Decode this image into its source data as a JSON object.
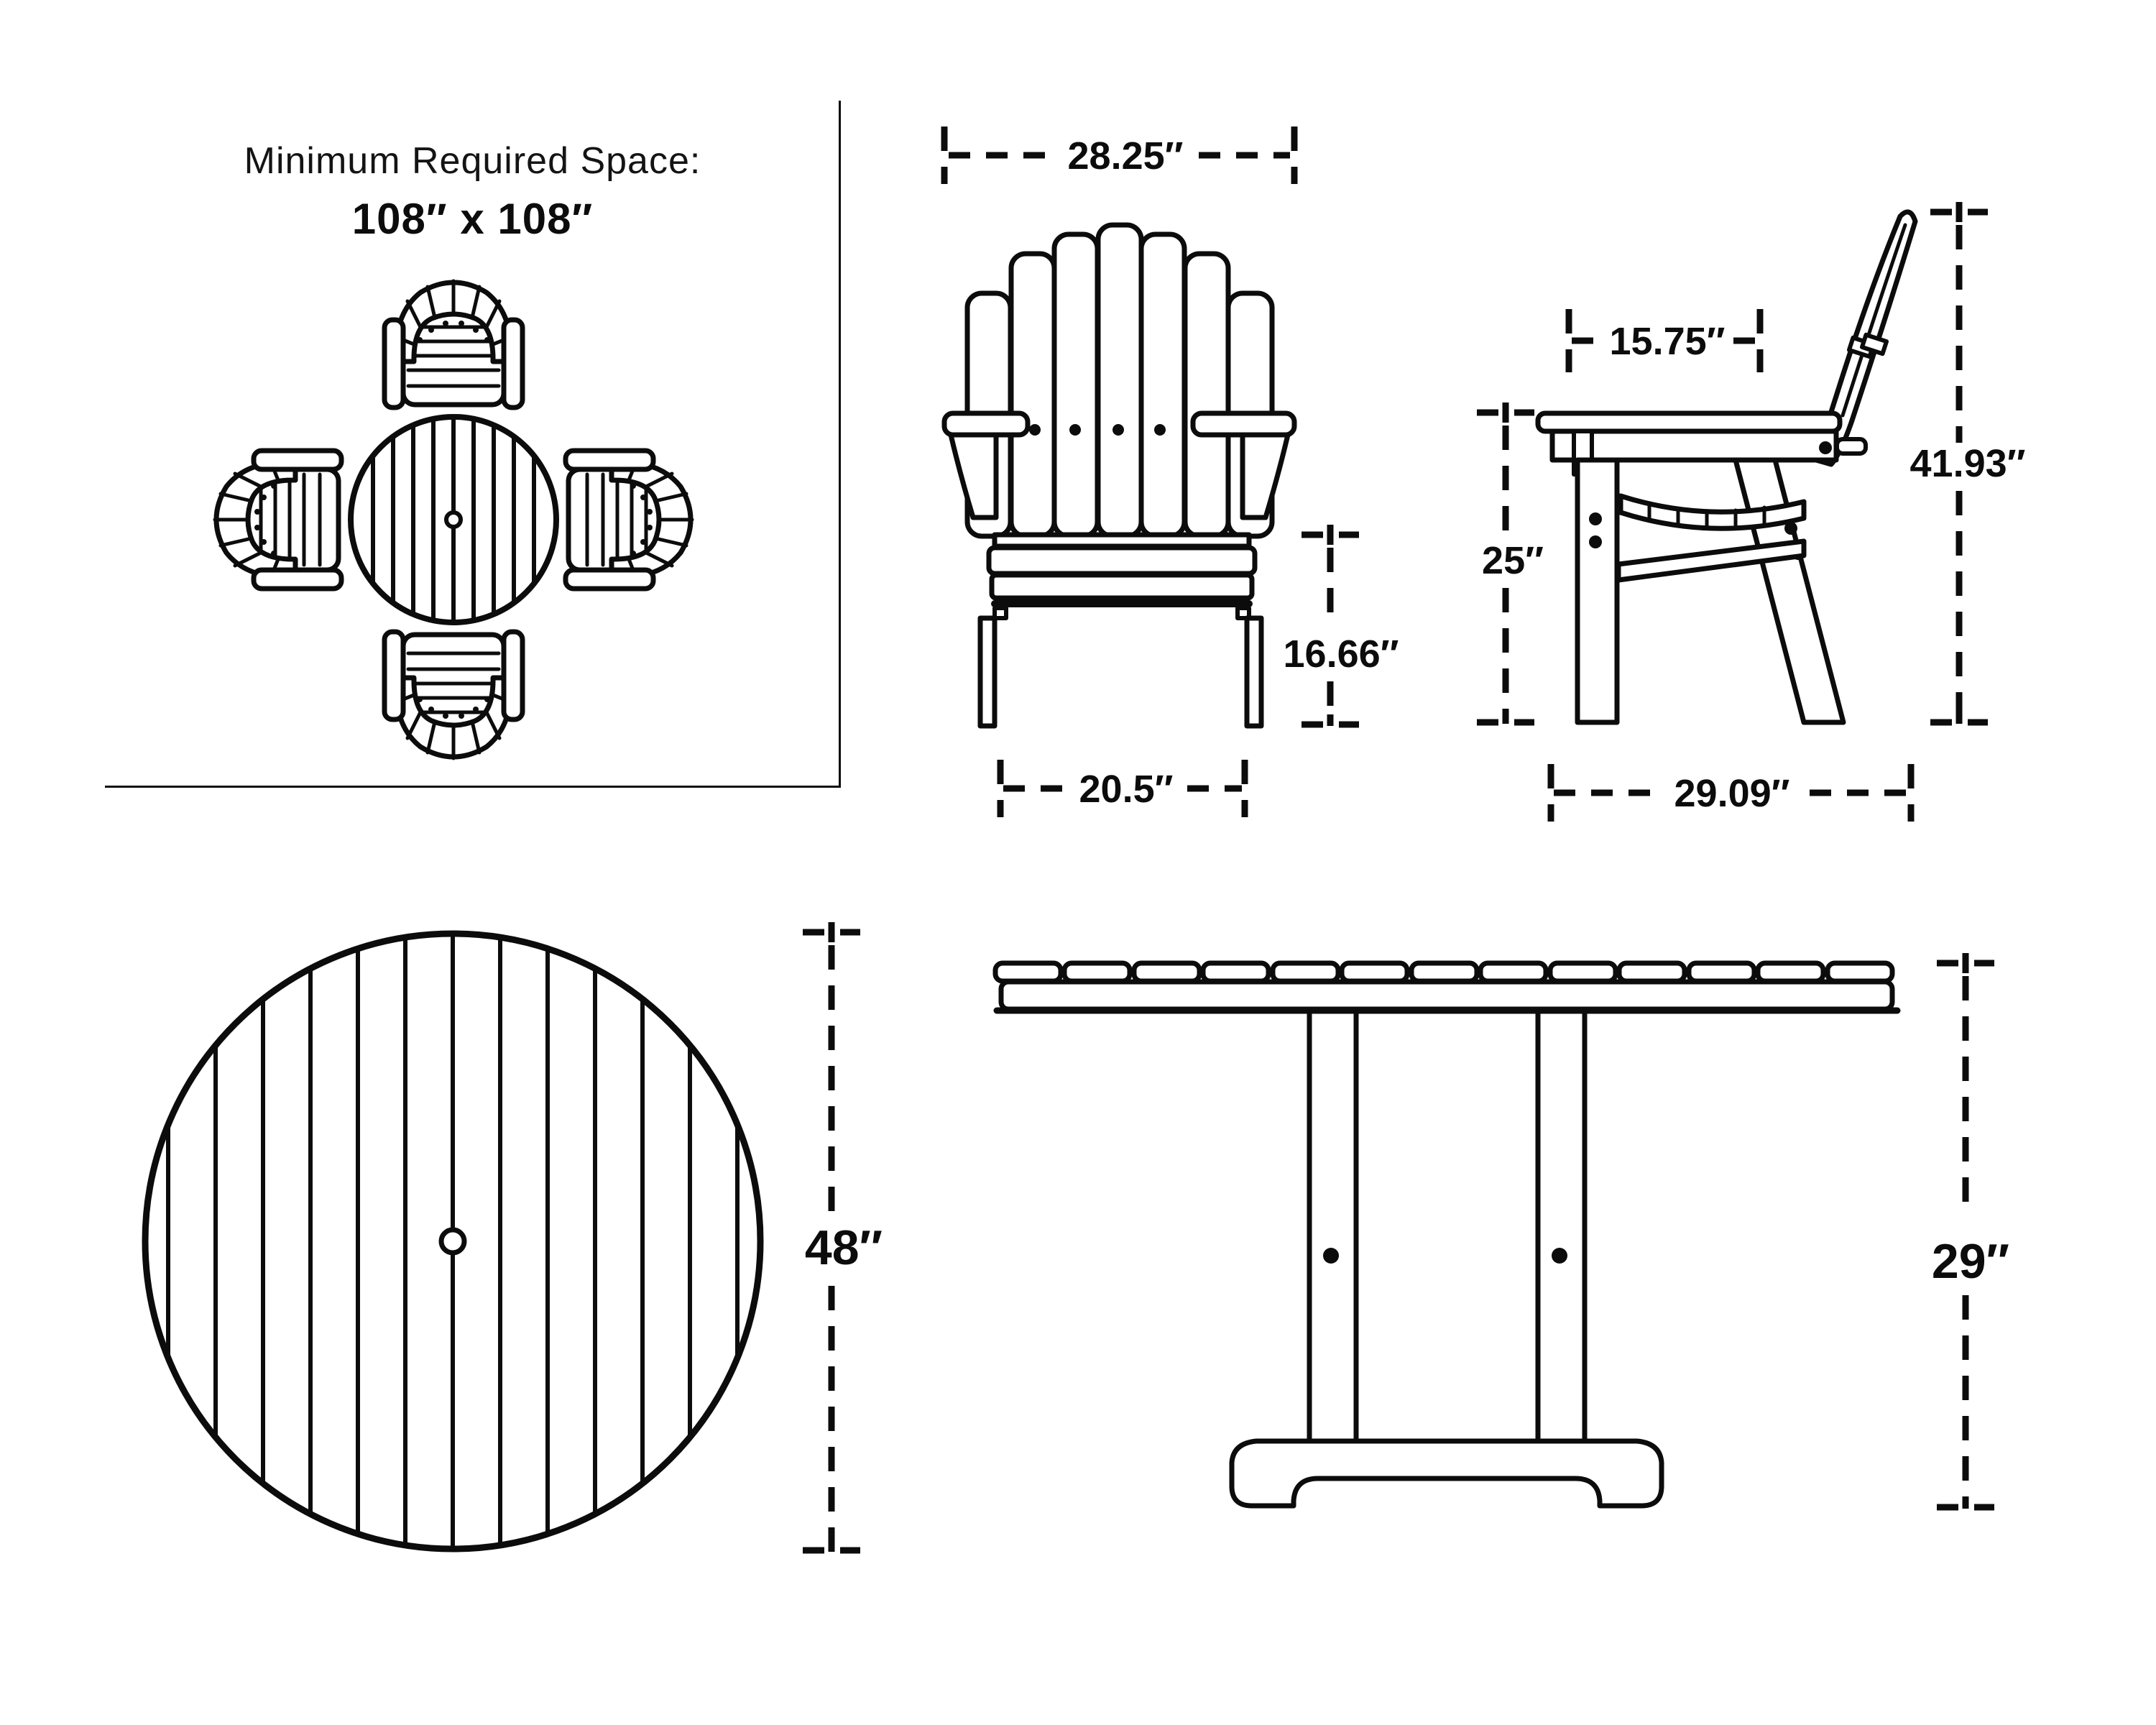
{
  "colors": {
    "ink": "#0c0c0c",
    "background": "#ffffff"
  },
  "min_space_panel": {
    "title": "Minimum Required Space:",
    "dimensions": "108″ x 108″"
  },
  "chair_front_view": {
    "label_width": "28.25″",
    "label_seat_height": "16.66″",
    "label_front_width": "20.5″"
  },
  "chair_side_view": {
    "label_seat_depth": "15.75″",
    "label_overall_height": "41.93″",
    "label_front_height": "25″",
    "label_overall_depth": "29.09″"
  },
  "table_top_view": {
    "label_diameter": "48″"
  },
  "table_side_view": {
    "label_height": "29″"
  }
}
